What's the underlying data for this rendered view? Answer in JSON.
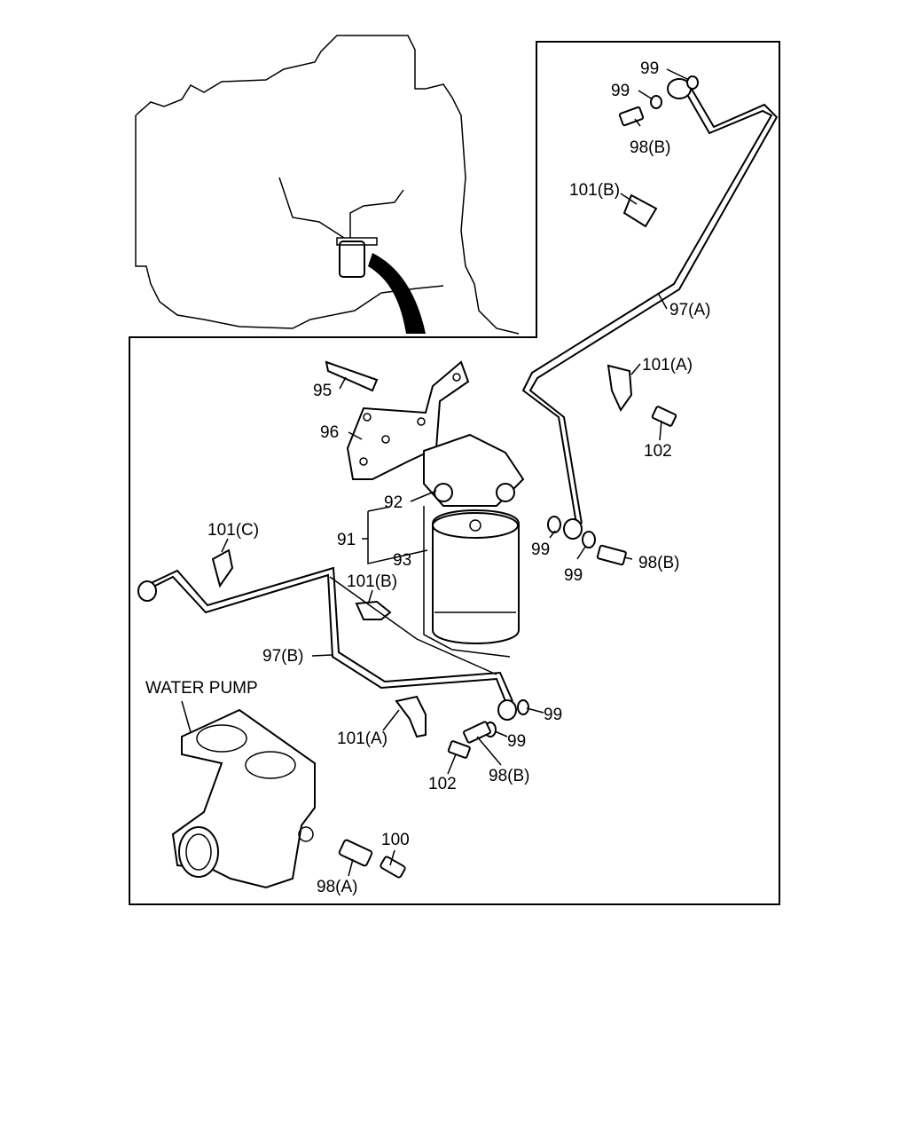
{
  "labels": {
    "l_99_top": "99",
    "l_99_top2": "99",
    "l_98b_top": "98(B)",
    "l_101b_top": "101(B)",
    "l_97a": "97(A)",
    "l_101a_right": "101(A)",
    "l_102_right": "102",
    "l_95": "95",
    "l_96": "96",
    "l_92": "92",
    "l_91": "91",
    "l_93": "93",
    "l_99_mid1": "99",
    "l_99_mid2": "99",
    "l_98b_mid": "98(B)",
    "l_101c": "101(C)",
    "l_101b_mid": "101(B)",
    "l_97b": "97(B)",
    "l_water_pump": "WATER PUMP",
    "l_99_low1": "99",
    "l_99_low2": "99",
    "l_101a_low": "101(A)",
    "l_102_low": "102",
    "l_98b_low": "98(B)",
    "l_100": "100",
    "l_98a": "98(A)"
  }
}
